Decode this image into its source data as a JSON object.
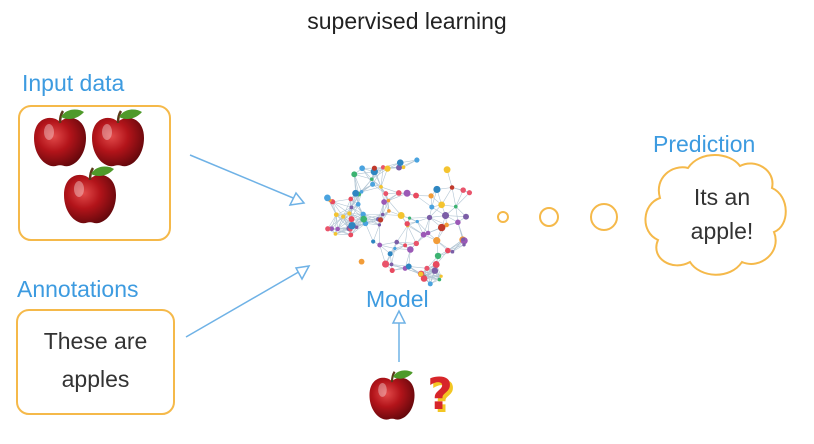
{
  "title": "supervised learning",
  "input_data": {
    "label": "Input data"
  },
  "annotations": {
    "label": "Annotations",
    "text_line1": "These are",
    "text_line2": "apples"
  },
  "model": {
    "label": "Model"
  },
  "prediction": {
    "label": "Prediction",
    "text_line1": "Its an",
    "text_line2": "apple!"
  },
  "query_symbol": "?",
  "colors": {
    "label_blue": "#3d9be0",
    "box_orange": "#f5b94a",
    "arrow_blue": "#6fb2e6",
    "apple_red": "#b3141a",
    "leaf_green": "#4e9a2a",
    "question_red": "#d7262a",
    "question_yellow": "#f3c623"
  },
  "icons": [
    "apple-icon",
    "brain-network-icon",
    "question-mark-icon",
    "thought-bubble"
  ]
}
